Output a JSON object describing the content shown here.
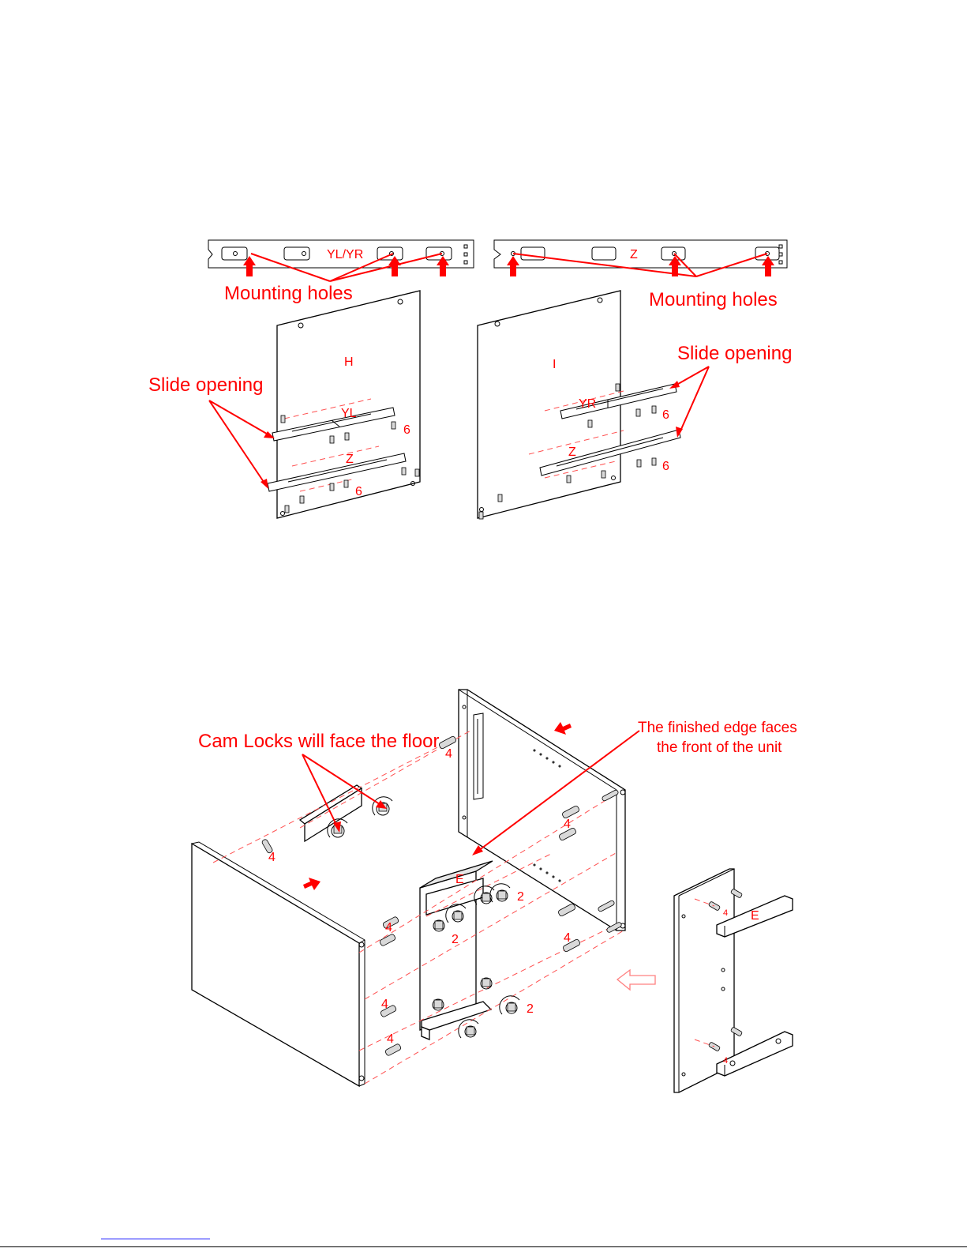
{
  "top_figure": {
    "rail_left_label": "YL/YR",
    "rail_right_label": "Z",
    "mounting_holes_left": "Mounting holes",
    "mounting_holes_right": "Mounting holes",
    "slide_opening_left": "Slide opening",
    "slide_opening_right": "Slide opening",
    "panel_left": "H",
    "panel_right": "I",
    "slide_yl": "YL",
    "slide_z_left": "Z",
    "slide_yr": "YR",
    "slide_z_right": "Z",
    "screw_counts": [
      "6",
      "6",
      "6",
      "6"
    ]
  },
  "bottom_figure": {
    "cam_locks_note": "Cam Locks will face the floor",
    "finished_edge_line1": "The finished edge faces",
    "finished_edge_line2": "the front of the unit",
    "part_e_main": "E",
    "part_e_detail": "E",
    "dowel_counts": [
      "4",
      "4",
      "4",
      "4",
      "4",
      "4",
      "4"
    ],
    "detail_dowel_counts": [
      "4",
      "4"
    ],
    "cam_counts": [
      "2",
      "2",
      "2"
    ]
  },
  "colors": {
    "annotation": "#ff0000",
    "line_art": "#000000",
    "footer_link": "#1a1aff"
  }
}
